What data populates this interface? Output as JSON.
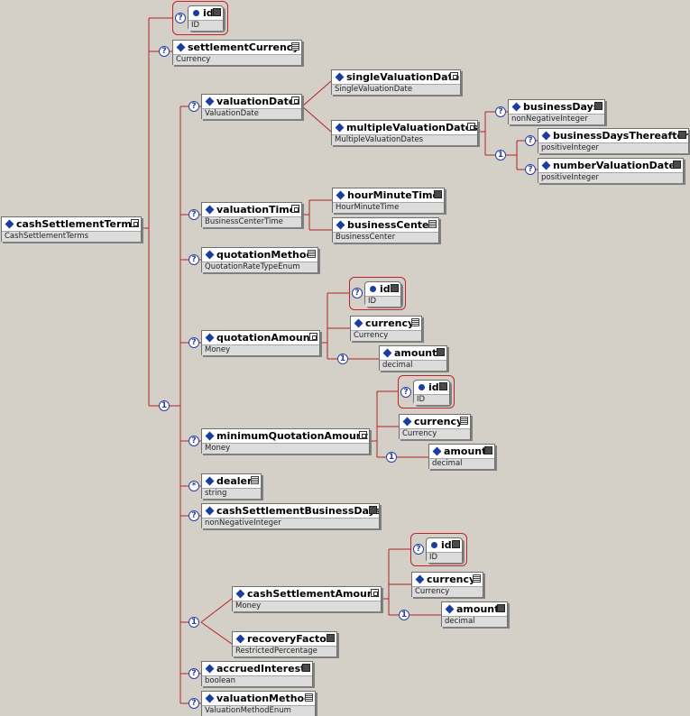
{
  "root": {
    "name": "cashSettlementTerms",
    "type": "CashSettlementTerms"
  },
  "nodes": {
    "id_top": {
      "name": "id",
      "type": "ID"
    },
    "settlementCurrency": {
      "name": "settlementCurrency",
      "type": "Currency"
    },
    "valuationDate": {
      "name": "valuationDate",
      "type": "ValuationDate"
    },
    "singleValuationDate": {
      "name": "singleValuationDate",
      "type": "SingleValuationDate"
    },
    "multipleValuationDates": {
      "name": "multipleValuationDates",
      "type": "MultipleValuationDates"
    },
    "businessDays": {
      "name": "businessDays",
      "type": "nonNegativeInteger"
    },
    "businessDaysThereafter": {
      "name": "businessDaysThereafter",
      "type": "positiveInteger"
    },
    "numberValuationDates": {
      "name": "numberValuationDates",
      "type": "positiveInteger"
    },
    "valuationTime": {
      "name": "valuationTime",
      "type": "BusinessCenterTime"
    },
    "hourMinuteTime": {
      "name": "hourMinuteTime",
      "type": "HourMinuteTime"
    },
    "businessCenter": {
      "name": "businessCenter",
      "type": "BusinessCenter"
    },
    "quotationMethod": {
      "name": "quotationMethod",
      "type": "QuotationRateTypeEnum"
    },
    "quotationAmount": {
      "name": "quotationAmount",
      "type": "Money"
    },
    "qa_id": {
      "name": "id",
      "type": "ID"
    },
    "qa_currency": {
      "name": "currency",
      "type": "Currency"
    },
    "qa_amount": {
      "name": "amount",
      "type": "decimal"
    },
    "minimumQuotationAmount": {
      "name": "minimumQuotationAmount",
      "type": "Money"
    },
    "mqa_id": {
      "name": "id",
      "type": "ID"
    },
    "mqa_currency": {
      "name": "currency",
      "type": "Currency"
    },
    "mqa_amount": {
      "name": "amount",
      "type": "decimal"
    },
    "dealer": {
      "name": "dealer",
      "type": "string"
    },
    "cashSettlementBusinessDays": {
      "name": "cashSettlementBusinessDays",
      "type": "nonNegativeInteger"
    },
    "cashSettlementAmount": {
      "name": "cashSettlementAmount",
      "type": "Money"
    },
    "csa_id": {
      "name": "id",
      "type": "ID"
    },
    "csa_currency": {
      "name": "currency",
      "type": "Currency"
    },
    "csa_amount": {
      "name": "amount",
      "type": "decimal"
    },
    "recoveryFactor": {
      "name": "recoveryFactor",
      "type": "RestrictedPercentage"
    },
    "accruedInterest": {
      "name": "accruedInterest",
      "type": "boolean"
    },
    "valuationMethod": {
      "name": "valuationMethod",
      "type": "ValuationMethodEnum"
    }
  },
  "occurrence": {
    "optional": "?",
    "required": "1",
    "many": "*"
  }
}
